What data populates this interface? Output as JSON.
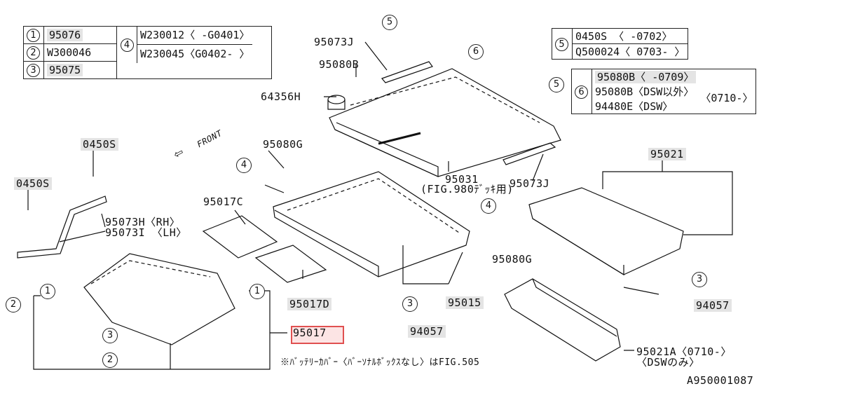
{
  "table_left": {
    "rows": [
      {
        "num": "1",
        "part": "95076"
      },
      {
        "num": "2",
        "part": "W300046"
      },
      {
        "num": "3",
        "part": "95075"
      }
    ],
    "group4_num": "4",
    "group4_parts": [
      "W230012〈 -G0401〉",
      "W230045〈G0402- 〉"
    ]
  },
  "table_right5": {
    "num": "5",
    "rows": [
      "0450S  〈  -0702〉",
      "Q500024〈 0703-  〉"
    ]
  },
  "table_right6": {
    "num": "6",
    "rows": [
      "95080B〈  -0709〉",
      "95080B〈DSW以外〉",
      "94480E〈DSW〉"
    ],
    "range": "〈0710-〉"
  },
  "labels": {
    "p95073J_top": "95073J",
    "p95080B": "95080B",
    "p64356H": "64356H",
    "front": "FRONT",
    "p0450S_a": "0450S",
    "p0450S_b": "0450S",
    "p95080G_top": "95080G",
    "p95031": "95031",
    "p95031_note": "(FIG.980ﾃﾞｯｷ用)",
    "p95073J_right": "95073J",
    "p95021": "95021",
    "p95017C": "95017C",
    "p95073H": "95073H〈RH〉",
    "p95073I": "95073I 〈LH〉",
    "p95080G_right": "95080G",
    "p95017D": "95017D",
    "p95015": "95015",
    "p95017": "95017",
    "p94057_a": "94057",
    "p94057_b": "94057",
    "p95021A": "95021A〈0710-〉",
    "p95021A_note": "〈DSWのみ〉",
    "footnote": "※ﾊﾞｯﾃﾘｰｶﾊﾞｰ〈ﾊﾞｰｿﾅﾙﾎﾞｯｸｽなし〉はFIG.505",
    "diagram_id": "A950001087"
  },
  "callouts": [
    "1",
    "1",
    "2",
    "2",
    "3",
    "3",
    "3",
    "4",
    "4",
    "5",
    "5",
    "6"
  ]
}
